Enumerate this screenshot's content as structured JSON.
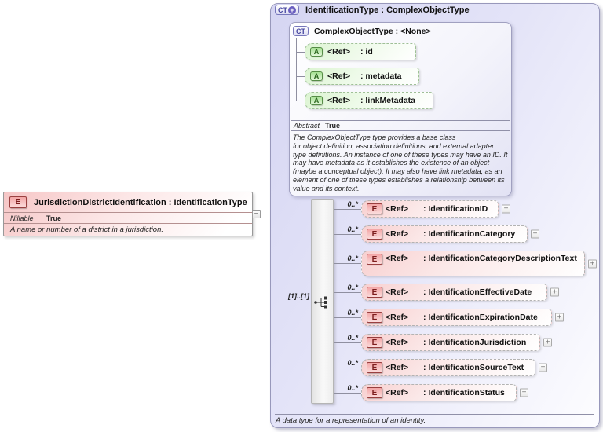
{
  "icons": {
    "collapse": "−",
    "expand": "+"
  },
  "colors": {
    "element_pink": "#f8d0d0",
    "attribute_green": "#dcf4d2",
    "type_lavender": "#d5d5f2",
    "element_badge_red": "#7c1d1d",
    "attribute_badge_green": "#2a641c",
    "type_badge_purple": "#4646a0"
  },
  "left_element": {
    "badge": "E",
    "title": "JurisdictionDistrictIdentification : IdentificationType",
    "nillable_label": "Nillable",
    "nillable_value": "True",
    "description": "A name or number of a district in a jurisdiction."
  },
  "main_type": {
    "badge": "CT",
    "badge_plus": "+",
    "title": "IdentificationType : ComplexObjectType",
    "cardinality": "[1]..[1]",
    "footer": "A data type for a representation of an identity.",
    "base_type": {
      "badge": "CT",
      "title": "ComplexObjectType : <None>",
      "abstract_label": "Abstract",
      "abstract_value": "True",
      "description": "The ComplexObjectType type provides a base class\nfor object definition, association definitions, and external adapter type definitions. An instance of one of these types may have an ID. It may have metadata as it establishes the existence of an object (maybe a conceptual object). It may also have link metadata, as an element of one of these types establishes a relationship between its value and its context.",
      "attributes": [
        {
          "badge": "A",
          "ref": "<Ref>",
          "name": ": id"
        },
        {
          "badge": "A",
          "ref": "<Ref>",
          "name": ": metadata"
        },
        {
          "badge": "A",
          "ref": "<Ref>",
          "name": ": linkMetadata"
        }
      ]
    },
    "elements": [
      {
        "occurs": "0..*",
        "badge": "E",
        "ref": "<Ref>",
        "name": ": IdentificationID"
      },
      {
        "occurs": "0..*",
        "badge": "E",
        "ref": "<Ref>",
        "name": ": IdentificationCategory"
      },
      {
        "occurs": "0..*",
        "badge": "E",
        "ref": "<Ref>",
        "name": ": IdentificationCategoryDescriptionText"
      },
      {
        "occurs": "0..*",
        "badge": "E",
        "ref": "<Ref>",
        "name": ": IdentificationEffectiveDate"
      },
      {
        "occurs": "0..*",
        "badge": "E",
        "ref": "<Ref>",
        "name": ": IdentificationExpirationDate"
      },
      {
        "occurs": "0..*",
        "badge": "E",
        "ref": "<Ref>",
        "name": ": IdentificationJurisdiction"
      },
      {
        "occurs": "0..*",
        "badge": "E",
        "ref": "<Ref>",
        "name": ": IdentificationSourceText"
      },
      {
        "occurs": "0..*",
        "badge": "E",
        "ref": "<Ref>",
        "name": ": IdentificationStatus"
      }
    ]
  }
}
